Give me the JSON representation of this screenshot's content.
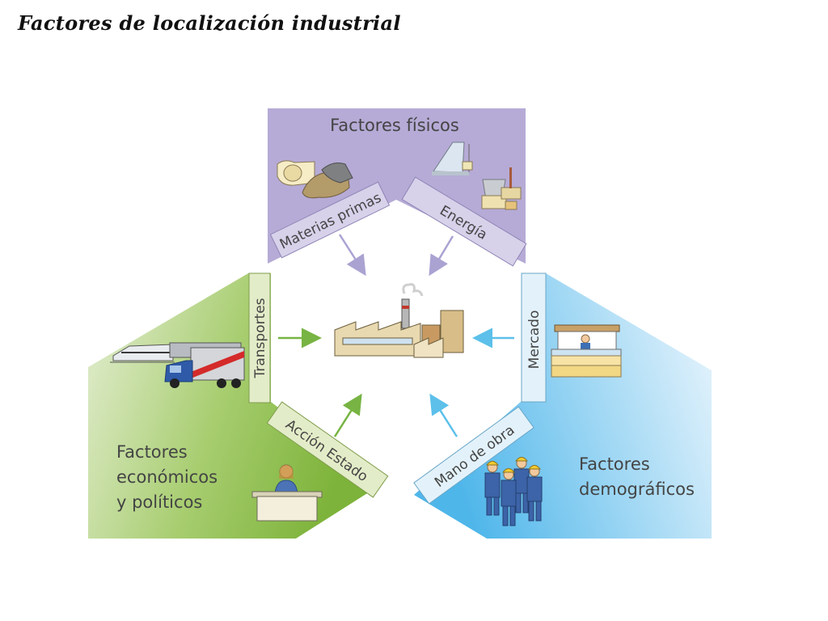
{
  "title": "Factores de localización industrial",
  "groups": {
    "fisicos": {
      "title": "Factores físicos",
      "color": "#b4a9d3"
    },
    "economicos": {
      "title_lines": [
        "Factores",
        "económicos",
        "y políticos"
      ],
      "color": "#8cbf47"
    },
    "demograficos": {
      "title_lines": [
        "Factores",
        "demográficos"
      ],
      "color": "#5cbce8"
    }
  },
  "factors": {
    "materias_primas": "Materias primas",
    "energia": "Energía",
    "transportes": "Transportes",
    "accion_estado": "Acción Estado",
    "mercado": "Mercado",
    "mano_de_obra": "Mano de obra"
  }
}
